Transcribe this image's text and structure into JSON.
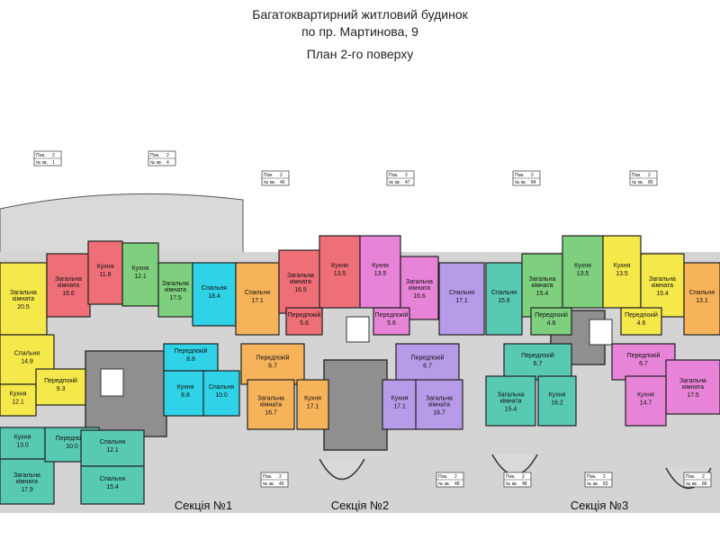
{
  "title": {
    "line1": "Багатоквартирний житловий будинок",
    "line2": "по пр. Мартинова, 9",
    "line3": "План 2-го поверху"
  },
  "sections": [
    "Секція №1",
    "Секція №2",
    "Секція №3"
  ],
  "info_box": {
    "floor_label": "Пов.",
    "floor_value": "2",
    "apt_label": "№ кв."
  },
  "apartments_top": [
    "1",
    "4",
    "46",
    "47",
    "84",
    "85"
  ],
  "apartments_bottom": [
    "45",
    "48",
    "48",
    "83",
    "86"
  ],
  "colors": {
    "yellow": "#f5e84a",
    "red": "#ef6f78",
    "green": "#7ed07e",
    "cyan": "#2fd2e6",
    "orange": "#f6b35a",
    "pink": "#e884d8",
    "purple": "#b79ae8",
    "teal": "#58c9b3",
    "gray": "#8f8f8f",
    "light_gray": "#d9d9d9"
  },
  "rooms": [
    {
      "label": "Загальна кімната",
      "area": "20.5"
    },
    {
      "label": "Загальна кімната",
      "area": "16.6"
    },
    {
      "label": "Кухня",
      "area": "11.8"
    },
    {
      "label": "Кухня",
      "area": "12.1"
    },
    {
      "label": "Загальна кімната",
      "area": "17.5"
    },
    {
      "label": "Спальня",
      "area": "18.4"
    },
    {
      "label": "Спальня",
      "area": "14.9"
    },
    {
      "label": "Кухня",
      "area": "12.1"
    },
    {
      "label": "Передпокій",
      "area": "9.3"
    },
    {
      "label": "Передпокій",
      "area": "8.8"
    },
    {
      "label": "Кухня",
      "area": "8.8"
    },
    {
      "label": "Спальня",
      "area": "10.0"
    },
    {
      "label": "Кухня",
      "area": "13.0"
    },
    {
      "label": "Загальна кімната",
      "area": "17.9"
    },
    {
      "label": "Передпокій",
      "area": "10.0"
    },
    {
      "label": "Спальня",
      "area": "12.1"
    },
    {
      "label": "Спальня",
      "area": "15.4"
    },
    {
      "label": "Спальня",
      "area": "17.1"
    },
    {
      "label": "Загальна кімната",
      "area": "16.5"
    },
    {
      "label": "Кухня",
      "area": "13.5"
    },
    {
      "label": "Кухня",
      "area": "13.5"
    },
    {
      "label": "Загальна кімната",
      "area": "16.6"
    },
    {
      "label": "Спальня",
      "area": "17.1"
    },
    {
      "label": "Передпокій",
      "area": "5.6"
    },
    {
      "label": "Передпокій",
      "area": "5.6"
    },
    {
      "label": "Передпокій",
      "area": "6.7"
    },
    {
      "label": "Передпокій",
      "area": "6.7"
    },
    {
      "label": "Загальна кімната",
      "area": "16.7"
    },
    {
      "label": "Кухня",
      "area": "17.1"
    },
    {
      "label": "Кухня",
      "area": "17.1"
    },
    {
      "label": "Загальна кімната",
      "area": "16.7"
    },
    {
      "label": "Спальня",
      "area": "15.6"
    },
    {
      "label": "Загальна кімната",
      "area": "15.4"
    },
    {
      "label": "Кухня",
      "area": "13.5"
    },
    {
      "label": "Кухня",
      "area": "13.5"
    },
    {
      "label": "Загальна кімната",
      "area": "15.4"
    },
    {
      "label": "Спальня",
      "area": "13.1"
    },
    {
      "label": "Передпокій",
      "area": "4.6"
    },
    {
      "label": "Передпокій",
      "area": "4.6"
    },
    {
      "label": "Передпокій",
      "area": "6.7"
    },
    {
      "label": "Передпокій",
      "area": "6.7"
    },
    {
      "label": "Загальна кімната",
      "area": "15.4"
    },
    {
      "label": "Кухня",
      "area": "16.2"
    },
    {
      "label": "Загальна кімната",
      "area": "17.5"
    },
    {
      "label": "Кухня",
      "area": "14.7"
    }
  ]
}
